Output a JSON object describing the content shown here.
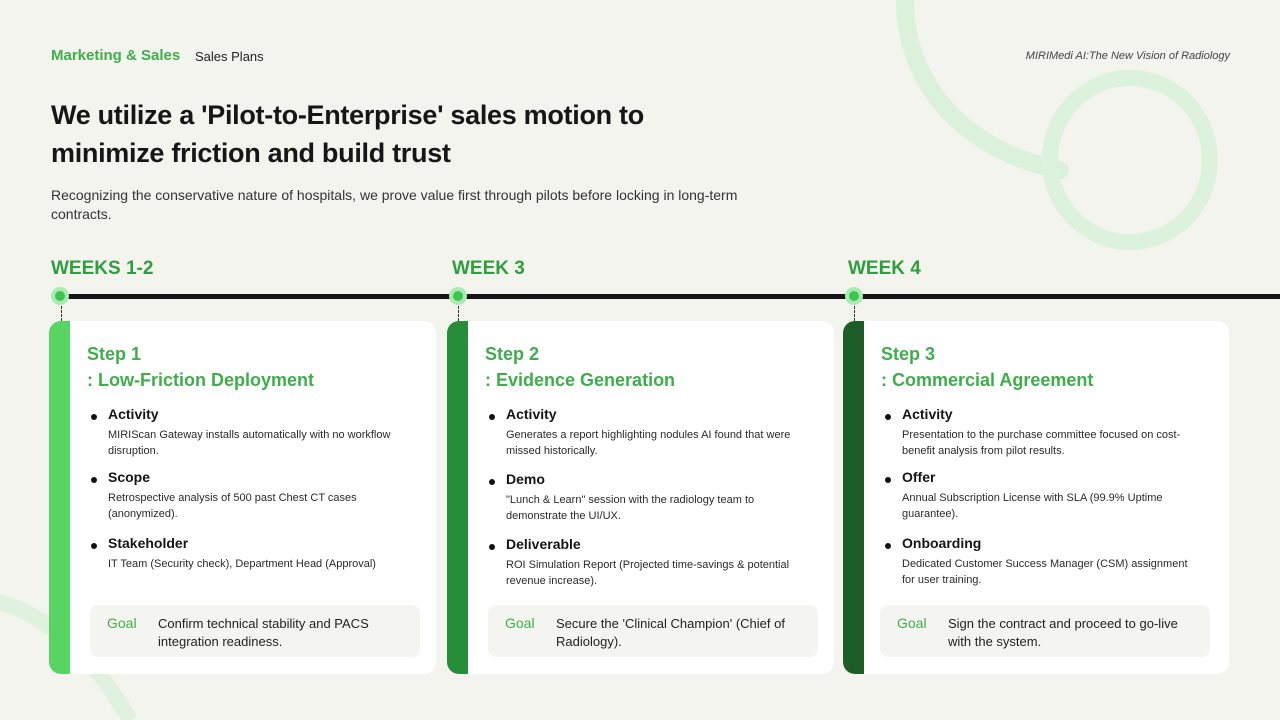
{
  "header": {
    "section": "Marketing & Sales",
    "subsection": "Sales Plans",
    "deck_title": "MIRIMedi AI:The New Vision of Radiology"
  },
  "headline": "We utilize a 'Pilot-to-Enterprise' sales motion to minimize friction and build trust",
  "intro": "Recognizing the conservative nature of hospitals, we prove value first through pilots before locking in long-term contracts.",
  "colors": {
    "accent": "#3fae4a",
    "step1_bar": "#57d464",
    "step2_bar": "#268e38",
    "step3_bar": "#1d5e28"
  },
  "steps": [
    {
      "week": "WEEKS 1-2",
      "title_line1": "Step 1",
      "title_line2": ": Low-Friction Deployment",
      "items": [
        {
          "label": "Activity",
          "desc": "MIRIScan Gateway installs automatically with no workflow disruption."
        },
        {
          "label": "Scope",
          "desc": "Retrospective analysis of 500 past Chest CT cases (anonymized)."
        },
        {
          "label": "Stakeholder",
          "desc": "IT Team (Security check), Department Head (Approval)"
        }
      ],
      "goal_label": "Goal",
      "goal_text": "Confirm technical stability and PACS integration readiness."
    },
    {
      "week": "WEEK 3",
      "title_line1": "Step 2",
      "title_line2": ": Evidence Generation",
      "items": [
        {
          "label": "Activity",
          "desc": "Generates a report highlighting nodules AI found that were missed historically."
        },
        {
          "label": "Demo",
          "desc": "\"Lunch & Learn\" session with the radiology team to demonstrate the UI/UX."
        },
        {
          "label": "Deliverable",
          "desc": "ROI Simulation Report (Projected time-savings & potential revenue increase)."
        }
      ],
      "goal_label": "Goal",
      "goal_text": "Secure the 'Clinical Champion' (Chief of Radiology)."
    },
    {
      "week": "WEEK 4",
      "title_line1": "Step 3",
      "title_line2": ": Commercial Agreement",
      "items": [
        {
          "label": "Activity",
          "desc": "Presentation to the purchase committee focused on cost-benefit analysis from pilot results."
        },
        {
          "label": "Offer",
          "desc": "Annual Subscription License with SLA (99.9% Uptime guarantee)."
        },
        {
          "label": "Onboarding",
          "desc": "Dedicated Customer Success Manager (CSM) assignment for user training."
        }
      ],
      "goal_label": "Goal",
      "goal_text": "Sign the contract and proceed to go-live with the system."
    }
  ]
}
